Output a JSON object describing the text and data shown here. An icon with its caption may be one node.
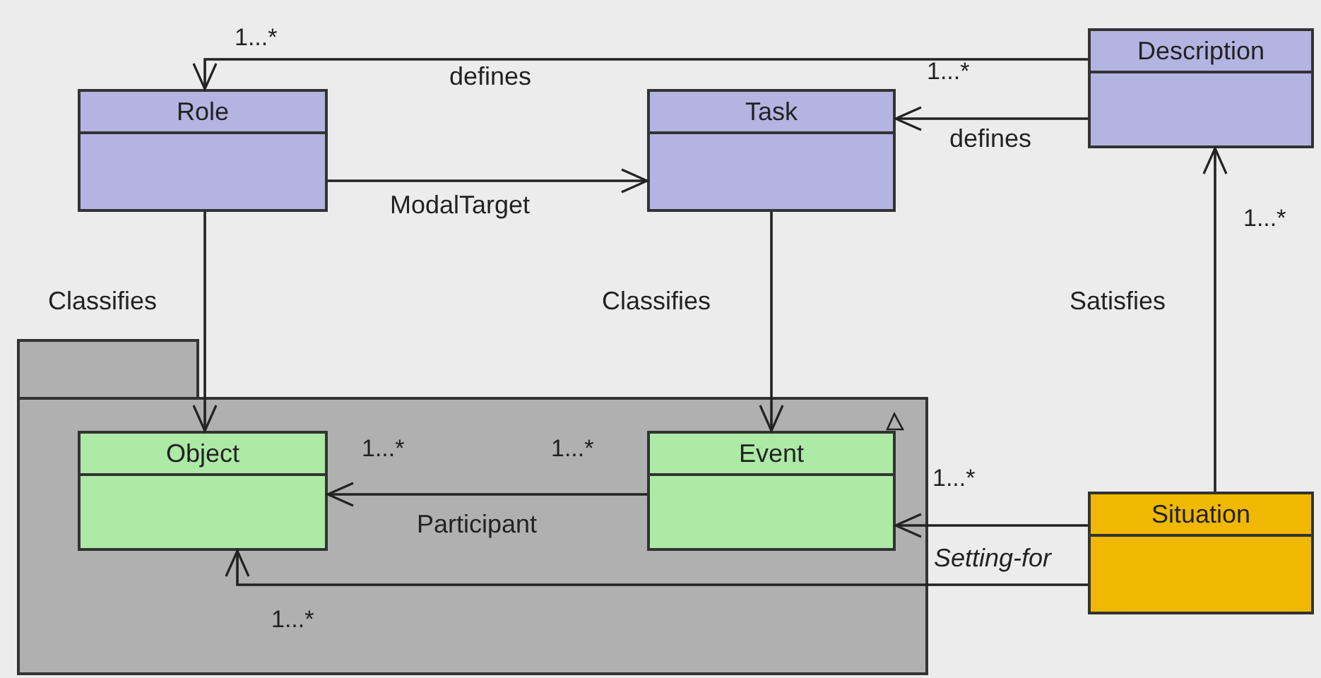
{
  "diagram": {
    "nodes": [
      {
        "text": [
          "Role"
        ]
      },
      {
        "text": [
          "Task"
        ]
      },
      {
        "text": [
          "Description"
        ]
      },
      {
        "text": [],
        "shape": "folder"
      },
      {
        "text": [
          "Object"
        ],
        "in": 3
      },
      {
        "text": [
          "Event"
        ],
        "in": 3
      },
      {
        "text": [
          "Situation"
        ]
      }
    ],
    "edges": [
      {
        "from": 2,
        "to": 0,
        "arrow": "to",
        "label": "defines"
      },
      {
        "from": 2,
        "to": 1,
        "arrow": "to",
        "label": "defines"
      },
      {
        "from": 0,
        "to": 1,
        "arrow": "to",
        "label": "ModalTarget"
      },
      {
        "from": 0,
        "to": 4,
        "arrow": "to",
        "label": "Classifies"
      },
      {
        "from": 1,
        "to": 5,
        "arrow": "to",
        "label": "Classifies"
      },
      {
        "from": 6,
        "to": 2,
        "arrow": "to",
        "label": "Satisfies"
      },
      {
        "from": 5,
        "to": 4,
        "arrow": "to",
        "label": "Participant"
      },
      {
        "from": 6,
        "to": 5,
        "arrow": "to",
        "label": "Setting-for"
      },
      {
        "from": 6,
        "to": 4,
        "arrow": "to"
      }
    ],
    "labels": [
      "1...*",
      "1...*",
      "1...*",
      "1...*",
      "1...*",
      "1...*",
      "1...*"
    ]
  }
}
